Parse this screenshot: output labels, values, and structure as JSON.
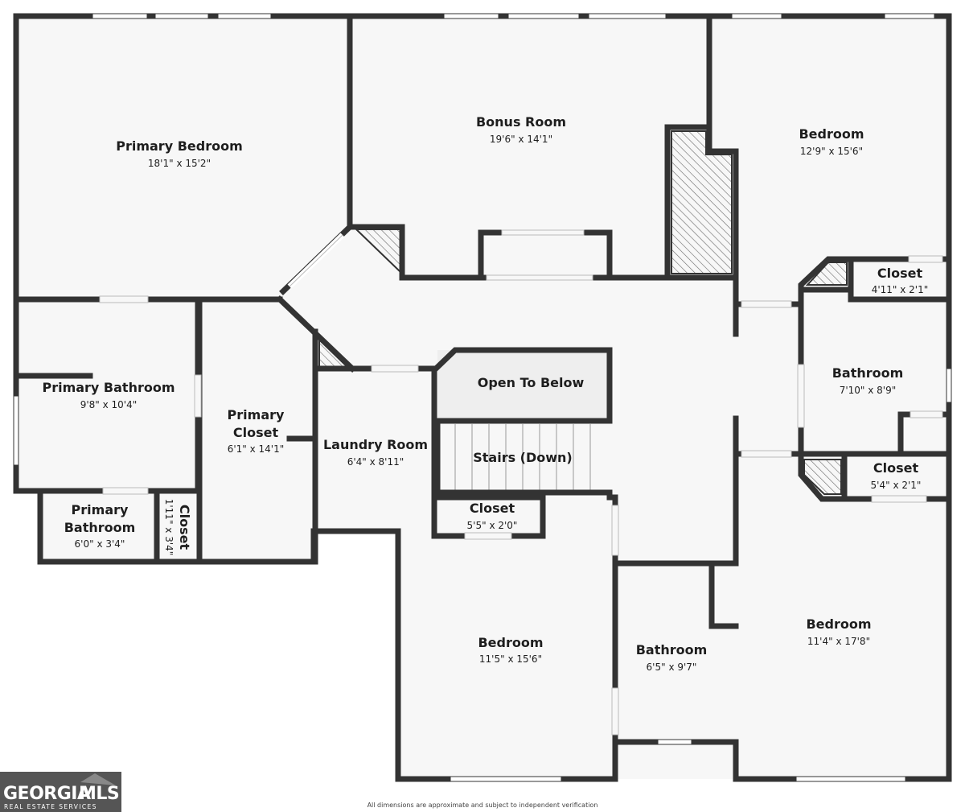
{
  "colors": {
    "wall": "#333333",
    "floor": "#f7f7f7",
    "open_area": "#eeeeee",
    "window": "#ffffff",
    "hatch": "#555555",
    "logo_bg": "#555555"
  },
  "rooms": [
    {
      "id": "primary-bedroom",
      "name": "Primary Bedroom",
      "dims": "18'1\" x 15'2\""
    },
    {
      "id": "bonus-room",
      "name": "Bonus Room",
      "dims": "19'6\" x 14'1\""
    },
    {
      "id": "bedroom-ne",
      "name": "Bedroom",
      "dims": "12'9\" x 15'6\""
    },
    {
      "id": "closet-ne",
      "name": "Closet",
      "dims": "4'11\" x 2'1\""
    },
    {
      "id": "bathroom-e",
      "name": "Bathroom",
      "dims": "7'10\" x 8'9\""
    },
    {
      "id": "closet-e",
      "name": "Closet",
      "dims": "5'4\" x 2'1\""
    },
    {
      "id": "primary-bathroom",
      "name": "Primary Bathroom",
      "dims": "9'8\" x 10'4\""
    },
    {
      "id": "primary-closet",
      "name_lines": [
        "Primary",
        "Closet"
      ],
      "dims": "6'1\" x 14'1\""
    },
    {
      "id": "laundry-room",
      "name": "Laundry Room",
      "dims": "6'4\" x 8'11\""
    },
    {
      "id": "open-to-below",
      "name": "Open To Below"
    },
    {
      "id": "stairs",
      "name": "Stairs (Down)"
    },
    {
      "id": "closet-center",
      "name": "Closet",
      "dims": "5'5\" x 2'0\""
    },
    {
      "id": "primary-bathroom-small",
      "name_lines": [
        "Primary",
        "Bathroom"
      ],
      "dims": "6'0\" x 3'4\""
    },
    {
      "id": "closet-vertical",
      "name": "Closet",
      "dims": "1'11\" x 3'4\""
    },
    {
      "id": "bedroom-s",
      "name": "Bedroom",
      "dims": "11'5\" x 15'6\""
    },
    {
      "id": "bathroom-s",
      "name": "Bathroom",
      "dims": "6'5\" x 9'7\""
    },
    {
      "id": "bedroom-se",
      "name": "Bedroom",
      "dims": "11'4\" x 17'8\""
    }
  ],
  "logo": {
    "main_a": "GEORGIA",
    "main_b": "MLS",
    "sub": "REAL ESTATE SERVICES"
  },
  "disclaimer": "All dimensions are approximate and subject to independent verification"
}
